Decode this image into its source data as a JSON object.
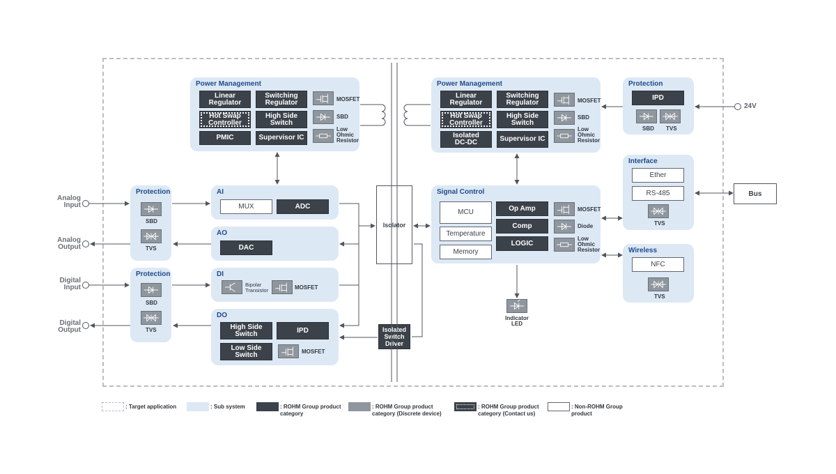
{
  "power_left": {
    "title": "Power Management",
    "linear": "Linear\nRegulator",
    "switching": "Switching\nRegulator",
    "hotswap": "Hot Swap\nController",
    "highside": "High Side\nSwitch",
    "pmic": "PMIC",
    "supervisor": "Supervisor IC",
    "mosfet": "MOSFET",
    "sbd": "SBD",
    "resistor": "Low\nOhmic\nResistor"
  },
  "power_right": {
    "title": "Power Management",
    "linear": "Linear\nRegulator",
    "switching": "Switching\nRegulator",
    "hotswap": "Hot Swap\nController",
    "highside": "High Side\nSwitch",
    "isolated_dcdc": "Isolated\nDC-DC",
    "supervisor": "Supervisor IC",
    "mosfet": "MOSFET",
    "sbd": "SBD",
    "resistor": "Low\nOhmic\nResistor"
  },
  "protection_right": {
    "title": "Protection",
    "ipd": "IPD",
    "sbd": "SBD",
    "tvs": "TVS",
    "input": "24V"
  },
  "interface": {
    "title": "Interface",
    "ether": "Ether",
    "rs485": "RS-485",
    "tvs": "TVS",
    "bus": "Bus"
  },
  "wireless": {
    "title": "Wireless",
    "nfc": "NFC",
    "tvs": "TVS"
  },
  "signal_control": {
    "title": "Signal Control",
    "mcu": "MCU",
    "temperature": "Temperature",
    "memory": "Memory",
    "opamp": "Op Amp",
    "comp": "Comp",
    "logic": "LOGIC",
    "mosfet": "MOSFET",
    "diode": "Diode",
    "resistor": "Low\nOhmic\nResistor",
    "indicator": "Indicator\nLED"
  },
  "isolator": "Isolator",
  "isolated_switch_driver": "Isolated\nSwitch\nDriver",
  "protection_analog": {
    "title": "Protection",
    "sbd": "SBD",
    "tvs": "TVS"
  },
  "protection_digital": {
    "title": "Protection",
    "sbd": "SBD",
    "tvs": "TVS"
  },
  "ai": {
    "title": "AI",
    "mux": "MUX",
    "adc": "ADC"
  },
  "ao": {
    "title": "AO",
    "dac": "DAC"
  },
  "di": {
    "title": "DI",
    "bipolar": "Bipolar\nTransistor",
    "mosfet": "MOSFET"
  },
  "do": {
    "title": "DO",
    "highside": "High Side\nSwitch",
    "ipd": "IPD",
    "lowside": "Low Side\nSwitch",
    "mosfet": "MOSFET"
  },
  "io_labels": {
    "analog_input": "Analog\nInput",
    "analog_output": "Analog\nOutput",
    "digital_input": "Digital\nInput",
    "digital_output": "Digital\nOutput"
  },
  "legend": {
    "target": ": Target application",
    "subsystem": ": Sub system",
    "rohm": ": ROHM Group product\ncategory",
    "discrete": ": ROHM Group product\ncategory (Discrete device)",
    "contact": ": ROHM Group product\ncategory (Contact us)",
    "non_rohm": ": Non-ROHM Group\nproduct"
  },
  "colors": {
    "subsystem": "#dde8f5",
    "rohm": "#3c4249",
    "discrete": "#8f969e",
    "title": "#1c4b8a",
    "wire": "#50565e"
  }
}
